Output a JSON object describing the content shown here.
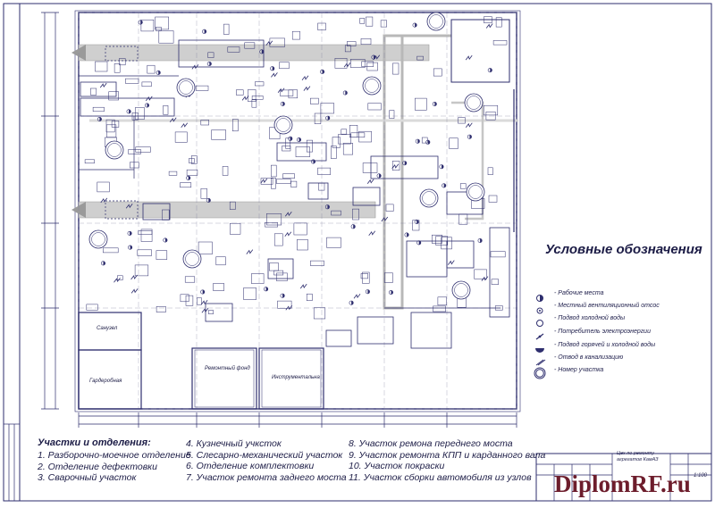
{
  "room_labels": {
    "sanuzel": "Санузел",
    "garderob": "Гардеробная",
    "remfond": "Ремонтный фонд",
    "instrument": "Инструментальна"
  },
  "legend": {
    "title": "Условные обозначения",
    "items": [
      {
        "icon": "workplace-icon",
        "label": "- Рабочие места"
      },
      {
        "icon": "ventilation-icon",
        "label": "- Местный вентиляционный отсос"
      },
      {
        "icon": "cold-water-icon",
        "label": "- Подвод холодной воды"
      },
      {
        "icon": "power-icon",
        "label": "- Потребитель электроэнергии"
      },
      {
        "icon": "hot-cold-water-icon",
        "label": "- Подвод горячей и холодной воды"
      },
      {
        "icon": "drain-icon",
        "label": "- Отвод в канализацию"
      },
      {
        "icon": "area-number-icon",
        "label": "- Номер участка"
      }
    ]
  },
  "sections": {
    "title": "Участки и отделения:",
    "col1": [
      "1. Разборочно-моечное отделение",
      "2. Отделение дефектовки",
      "3. Сварочный участок"
    ],
    "col2": [
      "4. Кузнечный учксток",
      "5. Слесарно-механический участок",
      "6. Отделение комплектовки",
      "7. Участок ремонта заднего моста"
    ],
    "col3": [
      "8. Участок ремона переднего моста",
      "9. Участок ремонта КПП и карданного вала",
      "10. Участок покраски",
      "11. Участок сборки автомобиля из узлов"
    ]
  },
  "title_block": {
    "caption_1": "Цех по ремонту",
    "caption_2": "агрегатов КамАЗ",
    "sheet_no": "1:100",
    "brand": "DiplomRF.ru"
  },
  "colors": {
    "line": "#2e2e6e",
    "corridor": "#cfcfcf",
    "ink": "#1c1c46",
    "brand": "#6d1d2c"
  }
}
